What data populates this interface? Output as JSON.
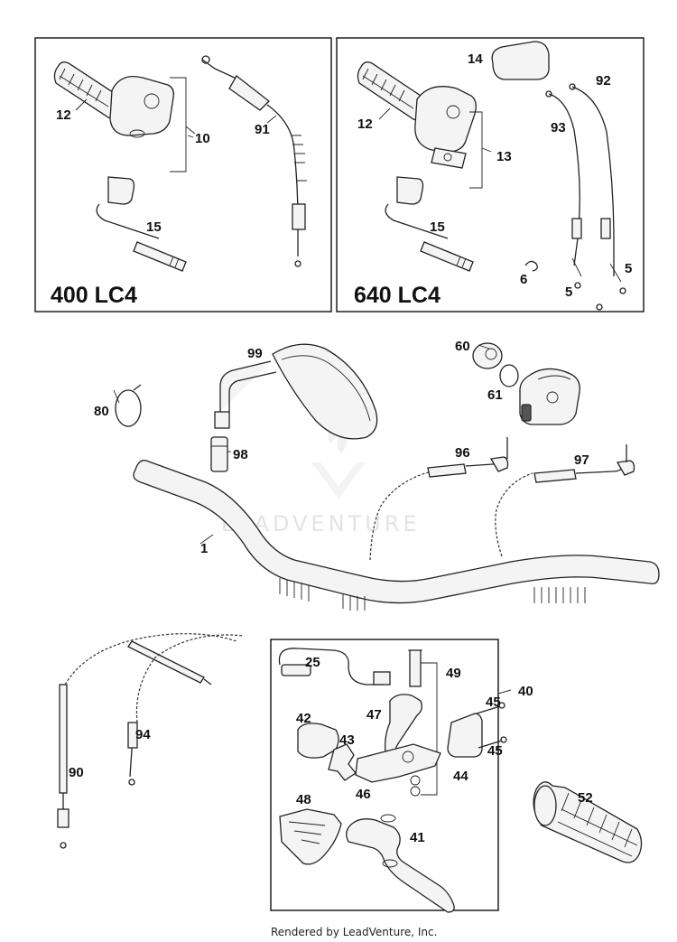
{
  "watermark": "LEADVENTURE",
  "footer": "Rendered by LeadVenture, Inc.",
  "panels": {
    "left_model": "400 LC4",
    "right_model": "640 LC4"
  },
  "callouts": {
    "c12a": "12",
    "c10": "10",
    "c91": "91",
    "c15a": "15",
    "c14": "14",
    "c92": "92",
    "c12b": "12",
    "c93": "93",
    "c13": "13",
    "c15b": "15",
    "c6": "6",
    "c5a": "5",
    "c5b": "5",
    "c99": "99",
    "c60": "60",
    "c61": "61",
    "c80": "80",
    "c98": "98",
    "c96": "96",
    "c97": "97",
    "c1": "1",
    "c25": "25",
    "c49": "49",
    "c40": "40",
    "c47": "47",
    "c45a": "45",
    "c42": "42",
    "c43": "43",
    "c45b": "45",
    "c94": "94",
    "c44": "44",
    "c90": "90",
    "c46": "46",
    "c48": "48",
    "c52": "52",
    "c41": "41"
  }
}
